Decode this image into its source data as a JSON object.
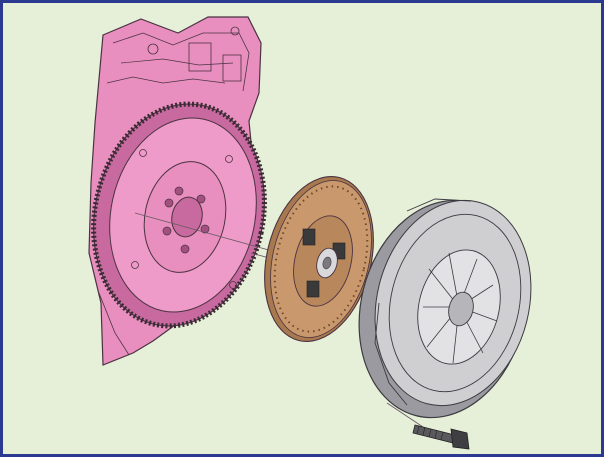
{
  "diagram": {
    "colors": {
      "border": "#2b3990",
      "background": "#e6f0d9",
      "engine_block": "#e98fc0",
      "flywheel": "#ef9bc9",
      "flywheel_dark": "#c86aa0",
      "clutch_disc": "#c9986d",
      "clutch_disc_dark": "#a8794f",
      "pressure_plate": "#cfcfd2",
      "pressure_plate_dark": "#9a9aa0",
      "bolt": "#5a5a5e",
      "outline": "#4a3340"
    },
    "components": [
      {
        "id": "engine-block-plate",
        "icon": "engine-block-icon"
      },
      {
        "id": "flywheel",
        "icon": "flywheel-icon"
      },
      {
        "id": "clutch-disc",
        "icon": "clutch-disc-icon"
      },
      {
        "id": "pressure-plate",
        "icon": "pressure-plate-icon"
      },
      {
        "id": "mounting-bolt",
        "icon": "bolt-icon"
      }
    ]
  }
}
